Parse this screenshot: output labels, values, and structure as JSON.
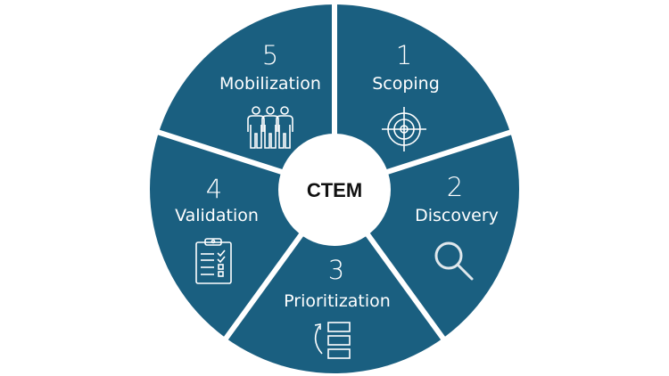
{
  "center_label": "CTEM",
  "colors": {
    "segment": "#1a5f80",
    "divider": "#ffffff",
    "center": "#ffffff"
  },
  "stages": [
    {
      "number": "1",
      "label": "Scoping",
      "icon": "target-icon"
    },
    {
      "number": "2",
      "label": "Discovery",
      "icon": "magnifier-icon"
    },
    {
      "number": "3",
      "label": "Prioritization",
      "icon": "prioritize-list-icon"
    },
    {
      "number": "4",
      "label": "Validation",
      "icon": "clipboard-checklist-icon"
    },
    {
      "number": "5",
      "label": "Mobilization",
      "icon": "people-group-icon"
    }
  ]
}
